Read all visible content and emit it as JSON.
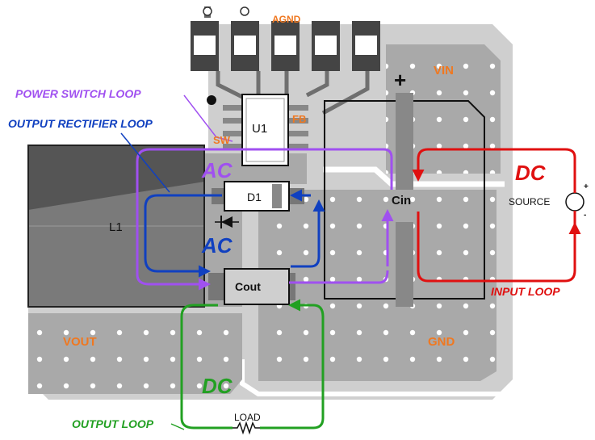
{
  "pins": {
    "agnd": "AGND",
    "sw": "SW",
    "fb": "FB"
  },
  "nets": {
    "vin": "VIN",
    "vout": "VOUT",
    "gnd": "GND"
  },
  "components": {
    "u1": "U1",
    "d1": "D1",
    "l1": "L1",
    "cin": "Cin",
    "cout": "Cout",
    "source": "SOURCE",
    "load": "LOAD"
  },
  "polarity": {
    "cin_plus": "+",
    "source_plus": "+",
    "source_minus": "-"
  },
  "loops": {
    "power_switch": "POWER SWITCH LOOP",
    "output_rectifier": "OUTPUT RECTIFIER LOOP",
    "input": "INPUT LOOP",
    "output": "OUTPUT LOOP"
  },
  "current_types": {
    "ac_switch": "AC",
    "ac_rectifier": "AC",
    "dc_input": "DC",
    "dc_output": "DC"
  },
  "colors": {
    "board_outline": "#bdbdbd",
    "copper": "#a9a9a9",
    "trace_dark": "#6f6f6f",
    "net_label": "#f07820",
    "power_switch_loop": "#a050f0",
    "output_rectifier_loop": "#1040c0",
    "input_loop": "#e01010",
    "output_loop": "#22a022"
  }
}
